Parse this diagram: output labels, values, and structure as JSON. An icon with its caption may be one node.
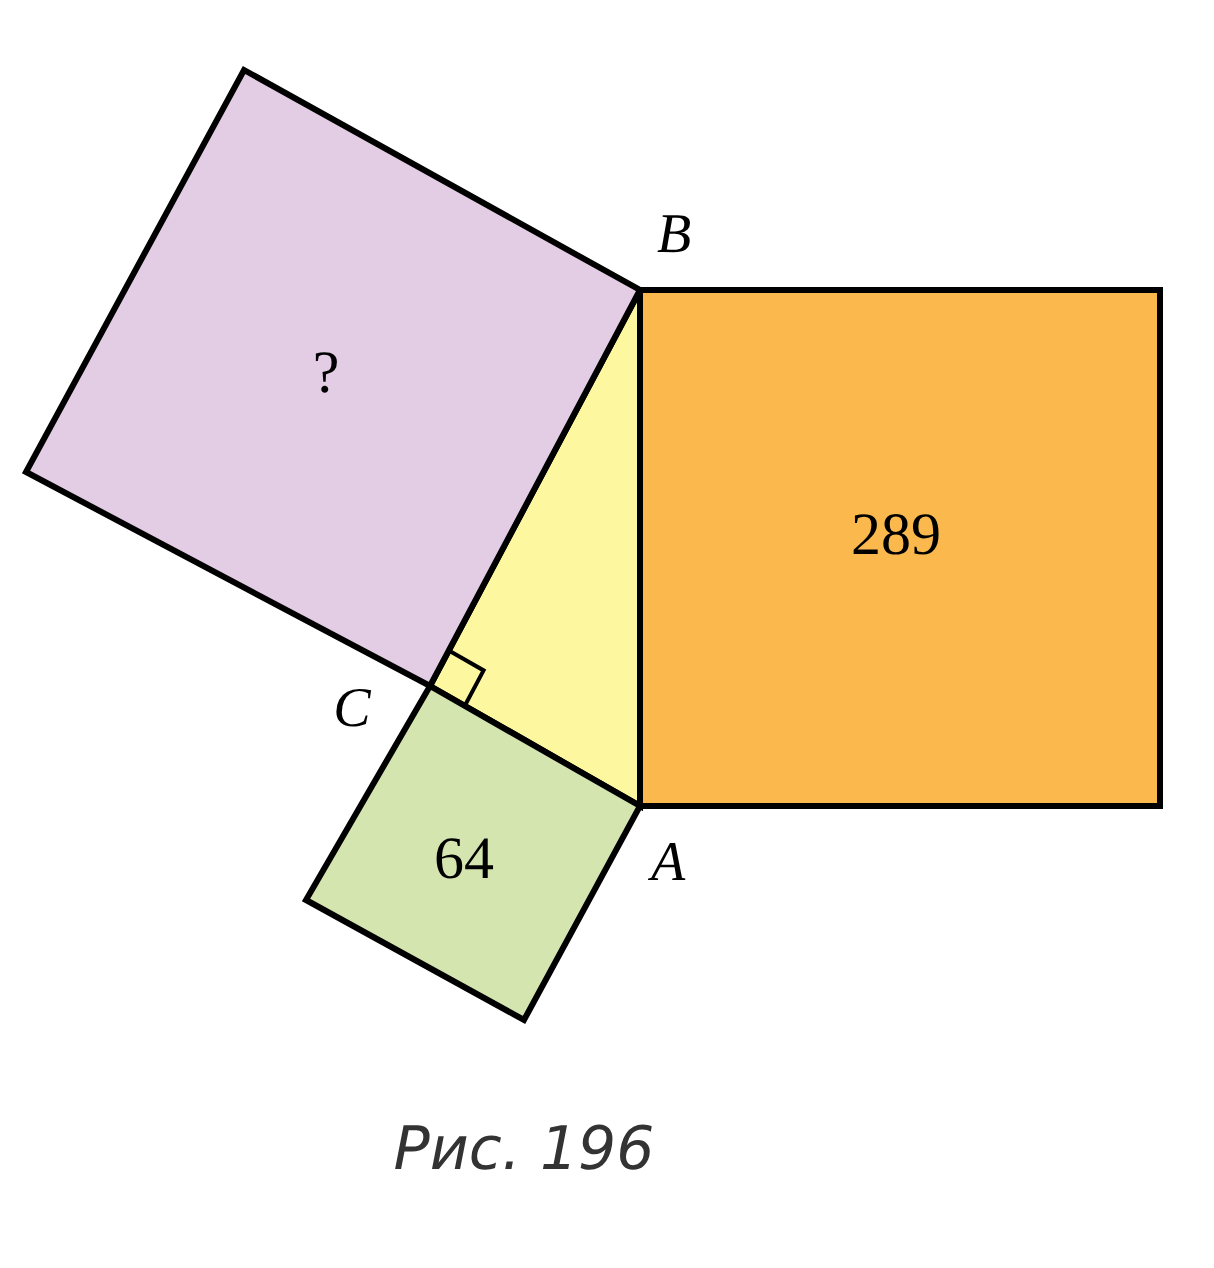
{
  "diagram": {
    "caption": "Рис. 196",
    "nodes": [
      {
        "text": [
          "?"
        ]
      },
      {
        "text": [
          "289"
        ]
      },
      {
        "text": [
          "64"
        ]
      },
      {
        "text": [],
        "shape": "triangle"
      }
    ],
    "labels": [
      "B",
      "C",
      "A"
    ]
  }
}
